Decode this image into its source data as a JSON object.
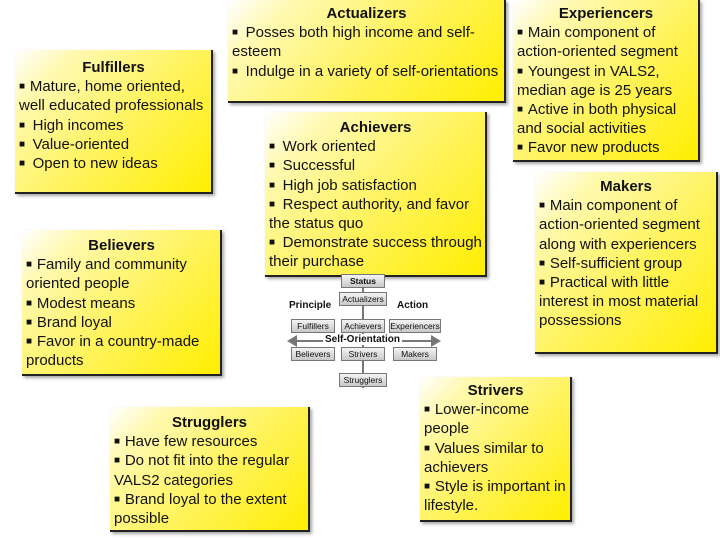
{
  "actualizers": {
    "title": "Actualizers",
    "items": [
      "Posses both high income and self-esteem",
      "Indulge in a variety of self-orientations"
    ]
  },
  "experiencers": {
    "title": "Experiencers",
    "items": [
      "Main component of action-oriented segment",
      "Youngest in VALS2, median age is 25 years",
      "Active in both physical and social activities",
      "Favor new products"
    ]
  },
  "fulfillers": {
    "title": "Fulfillers",
    "items": [
      "Mature, home oriented, well educated professionals",
      "High incomes",
      "Value-oriented",
      "Open to new ideas"
    ]
  },
  "achievers": {
    "title": "Achievers",
    "items": [
      "Work oriented",
      "Successful",
      "High job satisfaction",
      "Respect authority, and favor the status quo",
      "Demonstrate success through their purchase"
    ]
  },
  "makers": {
    "title": "Makers",
    "items": [
      "Main component of action-oriented segment along with experiencers",
      "Self-sufficient group",
      "Practical with little interest in most material possessions"
    ]
  },
  "believers": {
    "title": "Believers",
    "items": [
      "Family and community oriented people",
      "Modest means",
      "Brand loyal",
      "Favor in a country-made products"
    ]
  },
  "strivers": {
    "title": "Strivers",
    "items": [
      "Lower-income people",
      "Values similar to achievers",
      "Style is important in lifestyle."
    ]
  },
  "strugglers": {
    "title": "Strugglers",
    "items": [
      "Have few resources",
      "Do not fit into the regular VALS2 categories",
      "Brand loyal to the extent possible"
    ]
  },
  "matrix": {
    "status": "Status",
    "principle": "Principle",
    "action": "Action",
    "self_orientation": "Self-Orientation",
    "actualizers": "Actualizers",
    "fulfillers": "Fulfillers",
    "achievers": "Achievers",
    "experiencers": "Experiencers",
    "believers": "Believers",
    "strivers": "Strivers",
    "makers": "Makers",
    "strugglers": "Strugglers"
  }
}
